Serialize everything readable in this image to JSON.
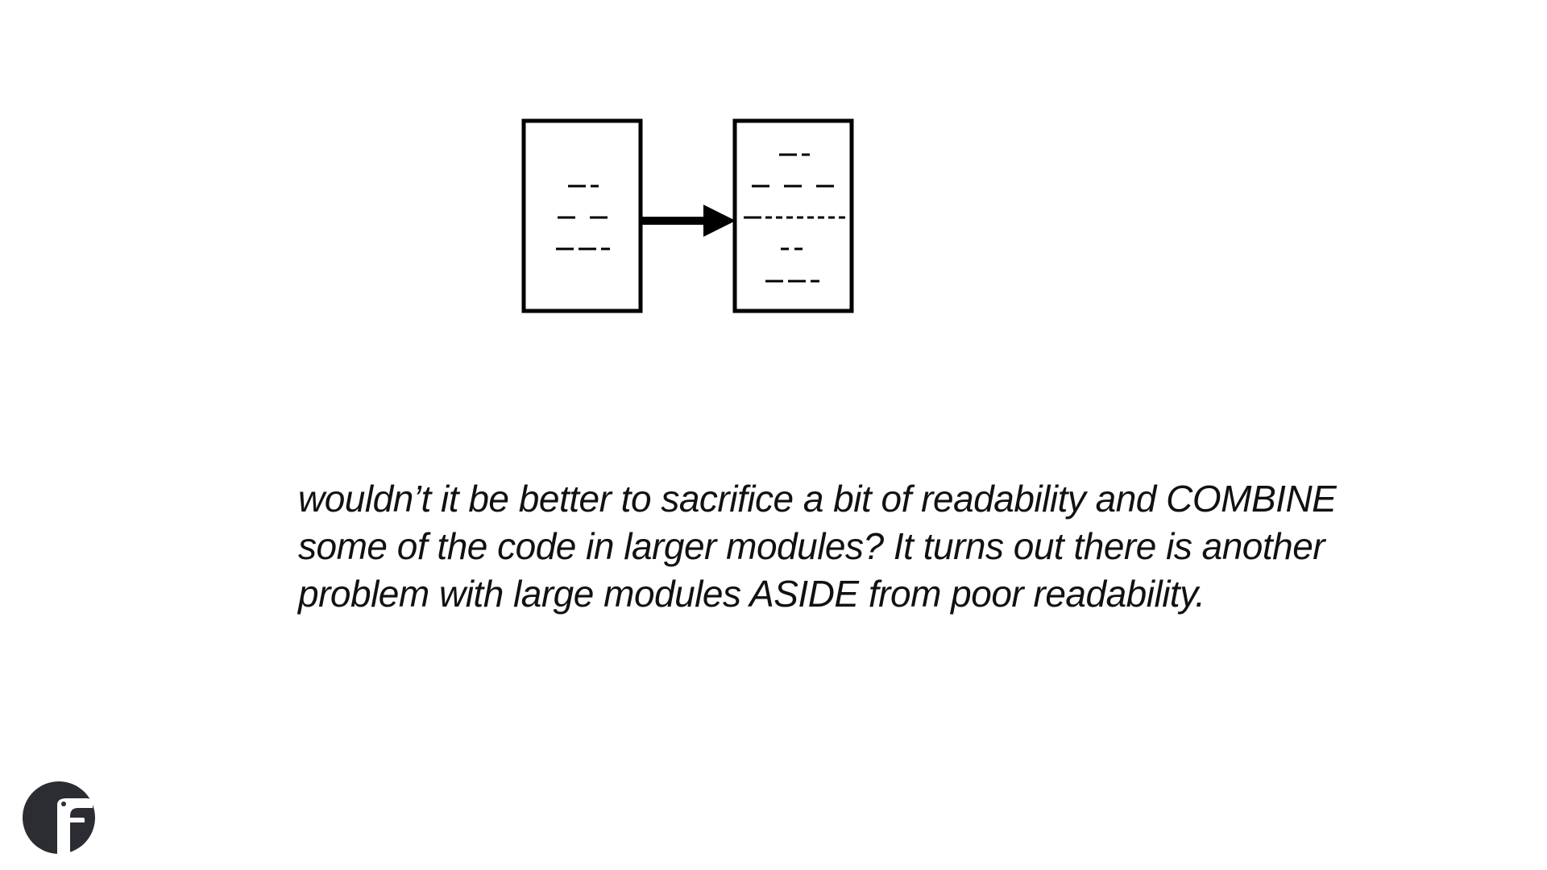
{
  "slide": {
    "caption": "wouldn’t it be better to sacrifice a bit of readability and COMBINE some of the code in larger modules? It turns out there is another problem with large modules ASIDE from poor readability."
  },
  "diagram": {
    "nodes": [
      {
        "id": "small-module",
        "shape": "rectangle",
        "content": "code-lines-placeholder"
      },
      {
        "id": "large-module",
        "shape": "rectangle",
        "content": "code-lines-placeholder"
      }
    ],
    "edges": [
      {
        "from": "small-module",
        "to": "large-module",
        "style": "thick-arrow"
      }
    ]
  },
  "colors": {
    "ink": "#000000",
    "text": "#111111",
    "logo": "#2b2d33",
    "background": "#ffffff"
  },
  "icons": {
    "logo": "bird-logo-icon"
  }
}
